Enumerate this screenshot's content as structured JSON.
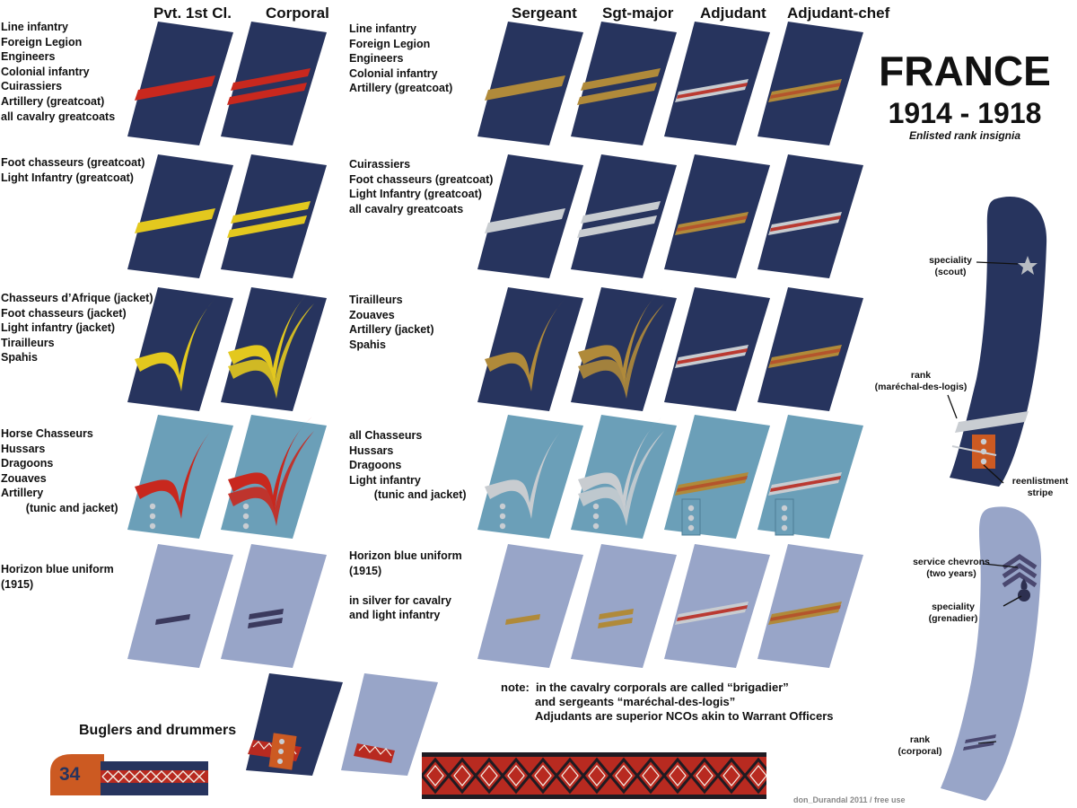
{
  "headers": {
    "pvt": "Pvt. 1st Cl.",
    "corporal": "Corporal",
    "sergeant": "Sergeant",
    "sgtmajor": "Sgt-major",
    "adjudant": "Adjudant",
    "adjchef": "Adjudant-chef"
  },
  "title": {
    "country": "FRANCE",
    "years": "1914 - 1918",
    "subtitle": "Enlisted rank insignia"
  },
  "left_labels": [
    "Line infantry\nForeign Legion\nEngineers\nColonial infantry\nCuirassiers\nArtillery (greatcoat)\nall cavalry greatcoats",
    "Foot chasseurs (greatcoat)\nLight Infantry (greatcoat)",
    "Chasseurs d’Afrique (jacket)\nFoot chasseurs (jacket)\nLight infantry (jacket)\nTirailleurs\nSpahis",
    "Horse Chasseurs\nHussars\nDragoons\nZouaves\nArtillery\n        (tunic and jacket)",
    "Horizon blue uniform\n(1915)"
  ],
  "mid_labels": [
    "Line infantry\nForeign Legion\nEngineers\nColonial infantry\nArtillery (greatcoat)",
    "Cuirassiers\nFoot chasseurs (greatcoat)\nLight Infantry (greatcoat)\nall cavalry greatcoats",
    "Tirailleurs\nZouaves\nArtillery (jacket)\nSpahis",
    "all Chasseurs\nHussars\nDragoons\nLight infantry\n        (tunic and jacket)",
    "Horizon blue uniform\n(1915)\n\nin silver for cavalry\nand light infantry"
  ],
  "annotations": {
    "speciality_scout": "speciality\n(scout)",
    "rank_mdl": "rank\n(maréchal-des-logis)",
    "reenlistment": "reenlistment\nstripe",
    "service_chevrons": "service chevrons\n(two years)",
    "speciality_grenadier": "speciality\n(grenadier)",
    "rank_corporal": "rank\n(corporal)"
  },
  "note": {
    "line1": "note:  in the cavalry corporals are called “brigadier”",
    "line2": "and sergeants “maréchal-des-logis”",
    "line3": "Adjudants are superior NCOs akin to Warrant Officers"
  },
  "buglers": {
    "label": "Buglers and drummers",
    "number": "34"
  },
  "credit": "don_Durandal 2011 / free use",
  "colors": {
    "navy": "#27345e",
    "light_blue": "#6b9fb8",
    "horizon": "#98a5c8",
    "red": "#c8281e",
    "yellow": "#e3c81e",
    "gold": "#b08a3a",
    "silver": "#c8ccd0",
    "orange": "#cc5a22"
  }
}
